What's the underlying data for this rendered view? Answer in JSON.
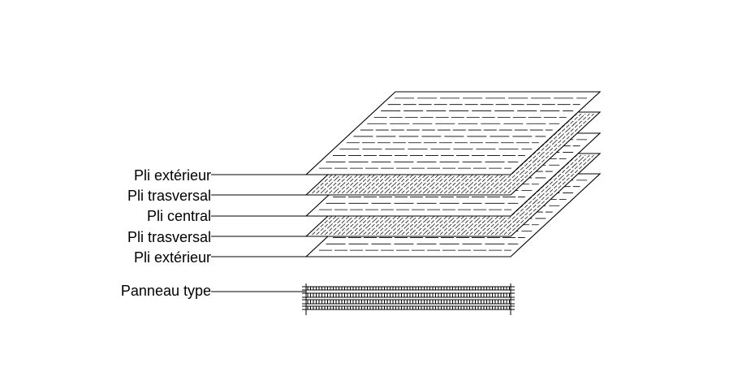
{
  "layers": [
    {
      "label": "Pli extérieur",
      "grain": "longitudinal"
    },
    {
      "label": "Pli trasversal",
      "grain": "transversal"
    },
    {
      "label": "Pli central",
      "grain": "longitudinal"
    },
    {
      "label": "Pli trasversal",
      "grain": "transversal"
    },
    {
      "label": "Pli extérieur",
      "grain": "longitudinal"
    }
  ],
  "panel": {
    "label": "Panneau type"
  },
  "colors": {
    "line": "#000000",
    "background": "#ffffff"
  }
}
